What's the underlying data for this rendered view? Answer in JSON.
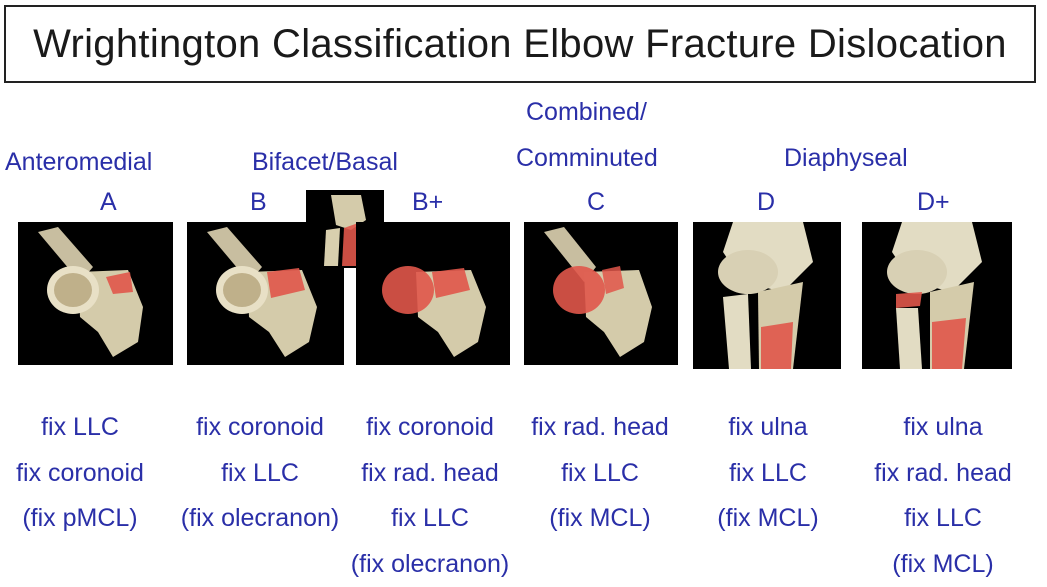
{
  "title": "Wrightington Classification Elbow Fracture Dislocation",
  "categories": {
    "anteromedial": "Anteromedial",
    "bifacet": "Bifacet/Basal",
    "combined_line1": "Combined/",
    "combined_line2": "Comminuted",
    "diaphyseal": "Diaphyseal"
  },
  "types": {
    "a": "A",
    "b": "B",
    "b_plus": "B+",
    "c": "C",
    "d": "D",
    "d_plus": "D+"
  },
  "treatments": {
    "a": [
      "fix LLC",
      "fix coronoid",
      "(fix pMCL)"
    ],
    "b": [
      "fix coronoid",
      "fix LLC",
      "(fix olecranon)"
    ],
    "b_plus": [
      "fix coronoid",
      "fix rad. head",
      "fix LLC",
      "(fix olecranon)"
    ],
    "c": [
      "fix rad. head",
      "fix LLC",
      "(fix MCL)"
    ],
    "d": [
      "fix ulna",
      "fix LLC",
      "(fix MCL)"
    ],
    "d_plus": [
      "fix ulna",
      "fix rad. head",
      "fix LLC",
      "(fix MCL)"
    ]
  },
  "colors": {
    "text": "#2a2fa8",
    "fracture_highlight": "#e0564a",
    "bone": "#d8cfae",
    "background_panel": "#000000"
  }
}
